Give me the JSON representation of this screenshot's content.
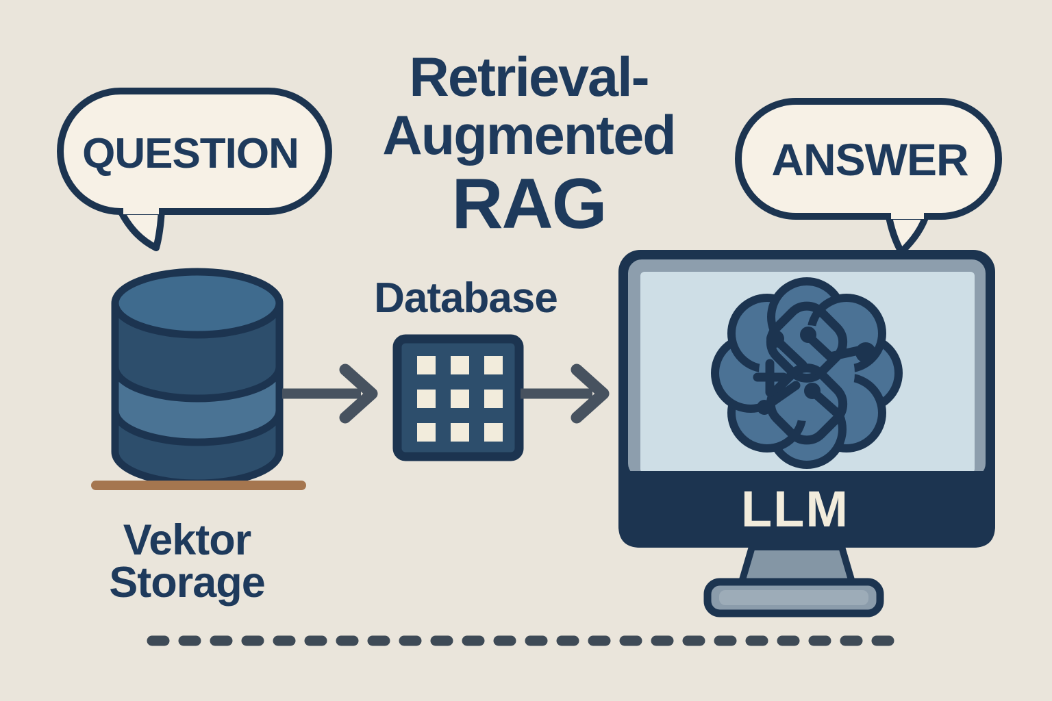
{
  "title": {
    "line1": "Retrieval-",
    "line2": "Augmented",
    "line3": "RAG"
  },
  "question_bubble": {
    "label": "QUESTION"
  },
  "answer_bubble": {
    "label": "ANSWER"
  },
  "vector_storage": {
    "line1": "Vektor",
    "line2": "Storage"
  },
  "database": {
    "label": "Database"
  },
  "monitor": {
    "label": "LLM"
  },
  "icons": {
    "question_bubble": "speech-bubble-icon",
    "answer_bubble": "speech-bubble-icon",
    "vector_storage": "database-cylinder-icon",
    "database": "grid-database-icon",
    "monitor": "monitor-icon",
    "logo": "knot-circuit-logo-icon",
    "flow_arrows": "arrow-right-icon",
    "baseline": "dashed-line"
  },
  "colors": {
    "background": "#eae5db",
    "outline_navy": "#1c3450",
    "text_navy": "#1e3a5c",
    "steel_blue": "#4b7295",
    "cylinder_dark": "#2d4e6c",
    "cylinder_light": "#4a7394",
    "cylinder_top": "#3f6b8e",
    "cream": "#f7f1e6",
    "arrow_gray": "#47525f",
    "dash_gray": "#3e4a56",
    "brown": "#a5764f",
    "screen_blue": "#cedee6",
    "frame_gray": "#8d9ead",
    "stand_gray": "#8496a5",
    "llm_text": "#f2ecdc"
  }
}
